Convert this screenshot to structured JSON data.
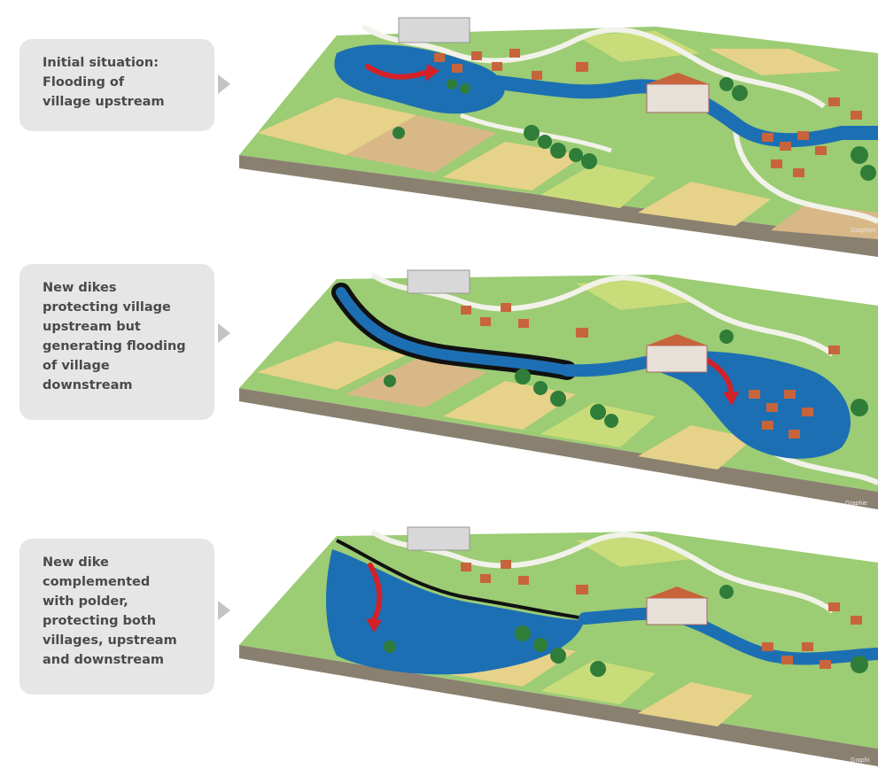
{
  "panels": [
    {
      "caption": "Initial situation:\nFlooding of\nvillage upstream",
      "credit": "Graphies"
    },
    {
      "caption": "New dikes\nprotecting village\nupstream but\ngenerating flooding\nof village\ndownstream",
      "credit": "Graphie"
    },
    {
      "caption": "New dike\ncomplemented\nwith polder,\nprotecting both\nvillages, upstream\nand downstream",
      "credit": "Graphi"
    }
  ],
  "colors": {
    "water": "#1d6fb3",
    "water_light": "#3a8cd0",
    "field_green": "#8fc46a",
    "field_yellow": "#e7d28a",
    "field_tan": "#d9b887",
    "road": "#f2f2ea",
    "dike": "#111111",
    "arrow": "#d42027",
    "roof": "#c8643c",
    "tree": "#2f7d38",
    "base_side": "#8a8070"
  }
}
